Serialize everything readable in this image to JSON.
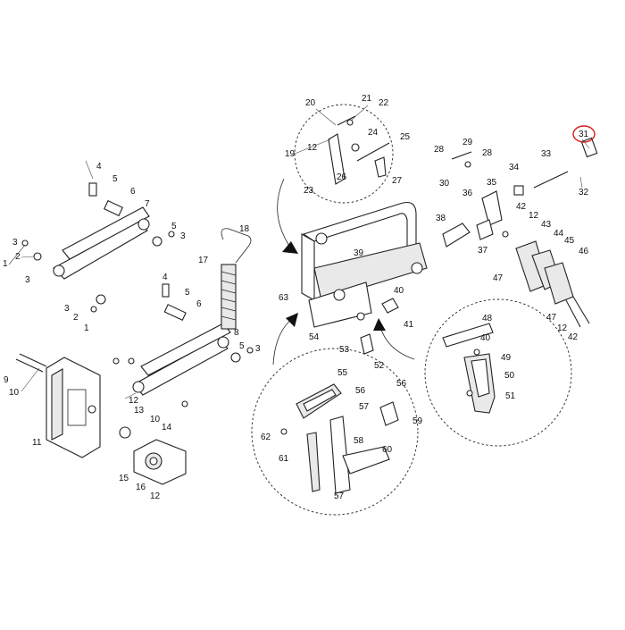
{
  "callouts": {
    "c1": "1",
    "c1b": "1",
    "c2": "2",
    "c2b": "2",
    "c3": "3",
    "c3b": "3",
    "c3c": "3",
    "c3d": "3",
    "c3e": "3",
    "c4": "4",
    "c4b": "4",
    "c5": "5",
    "c5b": "5",
    "c5c": "5",
    "c5d": "5",
    "c6": "6",
    "c6b": "6",
    "c7": "7",
    "c8": "8",
    "c9": "9",
    "c10": "10",
    "c10b": "10",
    "c11": "11",
    "c12": "12",
    "c12b": "12",
    "c12c": "12",
    "c12d": "12",
    "c12e": "12",
    "c13": "13",
    "c14": "14",
    "c15": "15",
    "c16": "16",
    "c17": "17",
    "c18": "18",
    "c19": "19",
    "c20": "20",
    "c21": "21",
    "c22": "22",
    "c23": "23",
    "c24": "24",
    "c25": "25",
    "c26": "26",
    "c27": "27",
    "c28": "28",
    "c28b": "28",
    "c29": "29",
    "c30": "30",
    "c31": "31",
    "c32": "32",
    "c33": "33",
    "c34": "34",
    "c35": "35",
    "c36": "36",
    "c37": "37",
    "c38": "38",
    "c39": "39",
    "c40": "40",
    "c40b": "40",
    "c41": "41",
    "c42": "42",
    "c42b": "42",
    "c43": "43",
    "c44": "44",
    "c45": "45",
    "c46": "46",
    "c47": "47",
    "c47b": "47",
    "c48": "48",
    "c49": "49",
    "c50": "50",
    "c51": "51",
    "c52": "52",
    "c53": "53",
    "c54": "54",
    "c55": "55",
    "c56": "56",
    "c56b": "56",
    "c57": "57",
    "c57b": "57",
    "c58": "58",
    "c59": "59",
    "c60": "60",
    "c61": "61",
    "c62": "62",
    "c63": "63"
  },
  "highlight": {
    "part": "31",
    "color": "#d31f1f"
  }
}
